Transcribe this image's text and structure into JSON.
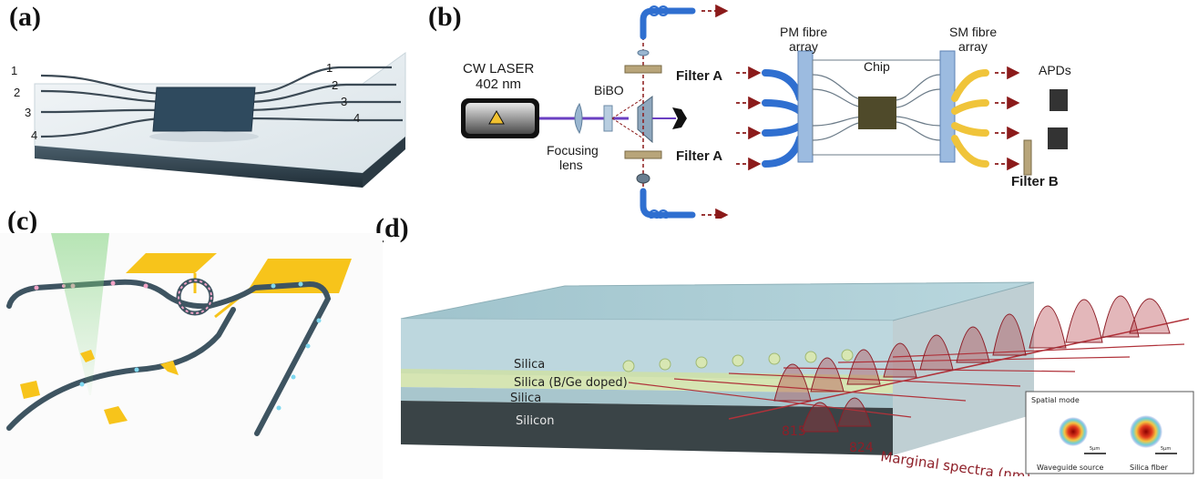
{
  "panels": {
    "a": {
      "label": "(a)",
      "left_ports": [
        "1",
        "2",
        "3",
        "4"
      ],
      "right_ports": [
        "1",
        "2",
        "3",
        "4"
      ]
    },
    "b": {
      "label": "(b)",
      "laser": "CW LASER",
      "wavelength": "402 nm",
      "crystal": "BiBO",
      "lens": "Focusing",
      "lens2": "lens",
      "filter_a_top": "Filter A",
      "filter_a_bottom": "Filter A",
      "pm_array_1": "PM fibre",
      "pm_array_2": "array",
      "chip": "Chip",
      "sm_array_1": "SM fibre",
      "sm_array_2": "array",
      "detectors": "APDs",
      "filter_b": "Filter B"
    },
    "c": {
      "label": "(c)"
    },
    "d": {
      "label": "(d)",
      "layers": [
        "Silica",
        "Silica (B/Ge doped)",
        "Silica",
        "Silicon"
      ],
      "tick_815": "815",
      "tick_824": "824",
      "axis_label": "Marginal spectra (nm)",
      "inset_title": "Spatial mode",
      "inset_scale": "5μm",
      "inset_left": "Waveguide source",
      "inset_right": "Silica fiber"
    }
  },
  "colors": {
    "fibre_blue": "#2f6fd0",
    "fibre_yellow": "#f0c43a",
    "arrow_red": "#8b1a1a",
    "chip_dark": "#2f4a5e",
    "electrode_gold": "#f7c41b",
    "spectrum_red": "#b0323a"
  }
}
